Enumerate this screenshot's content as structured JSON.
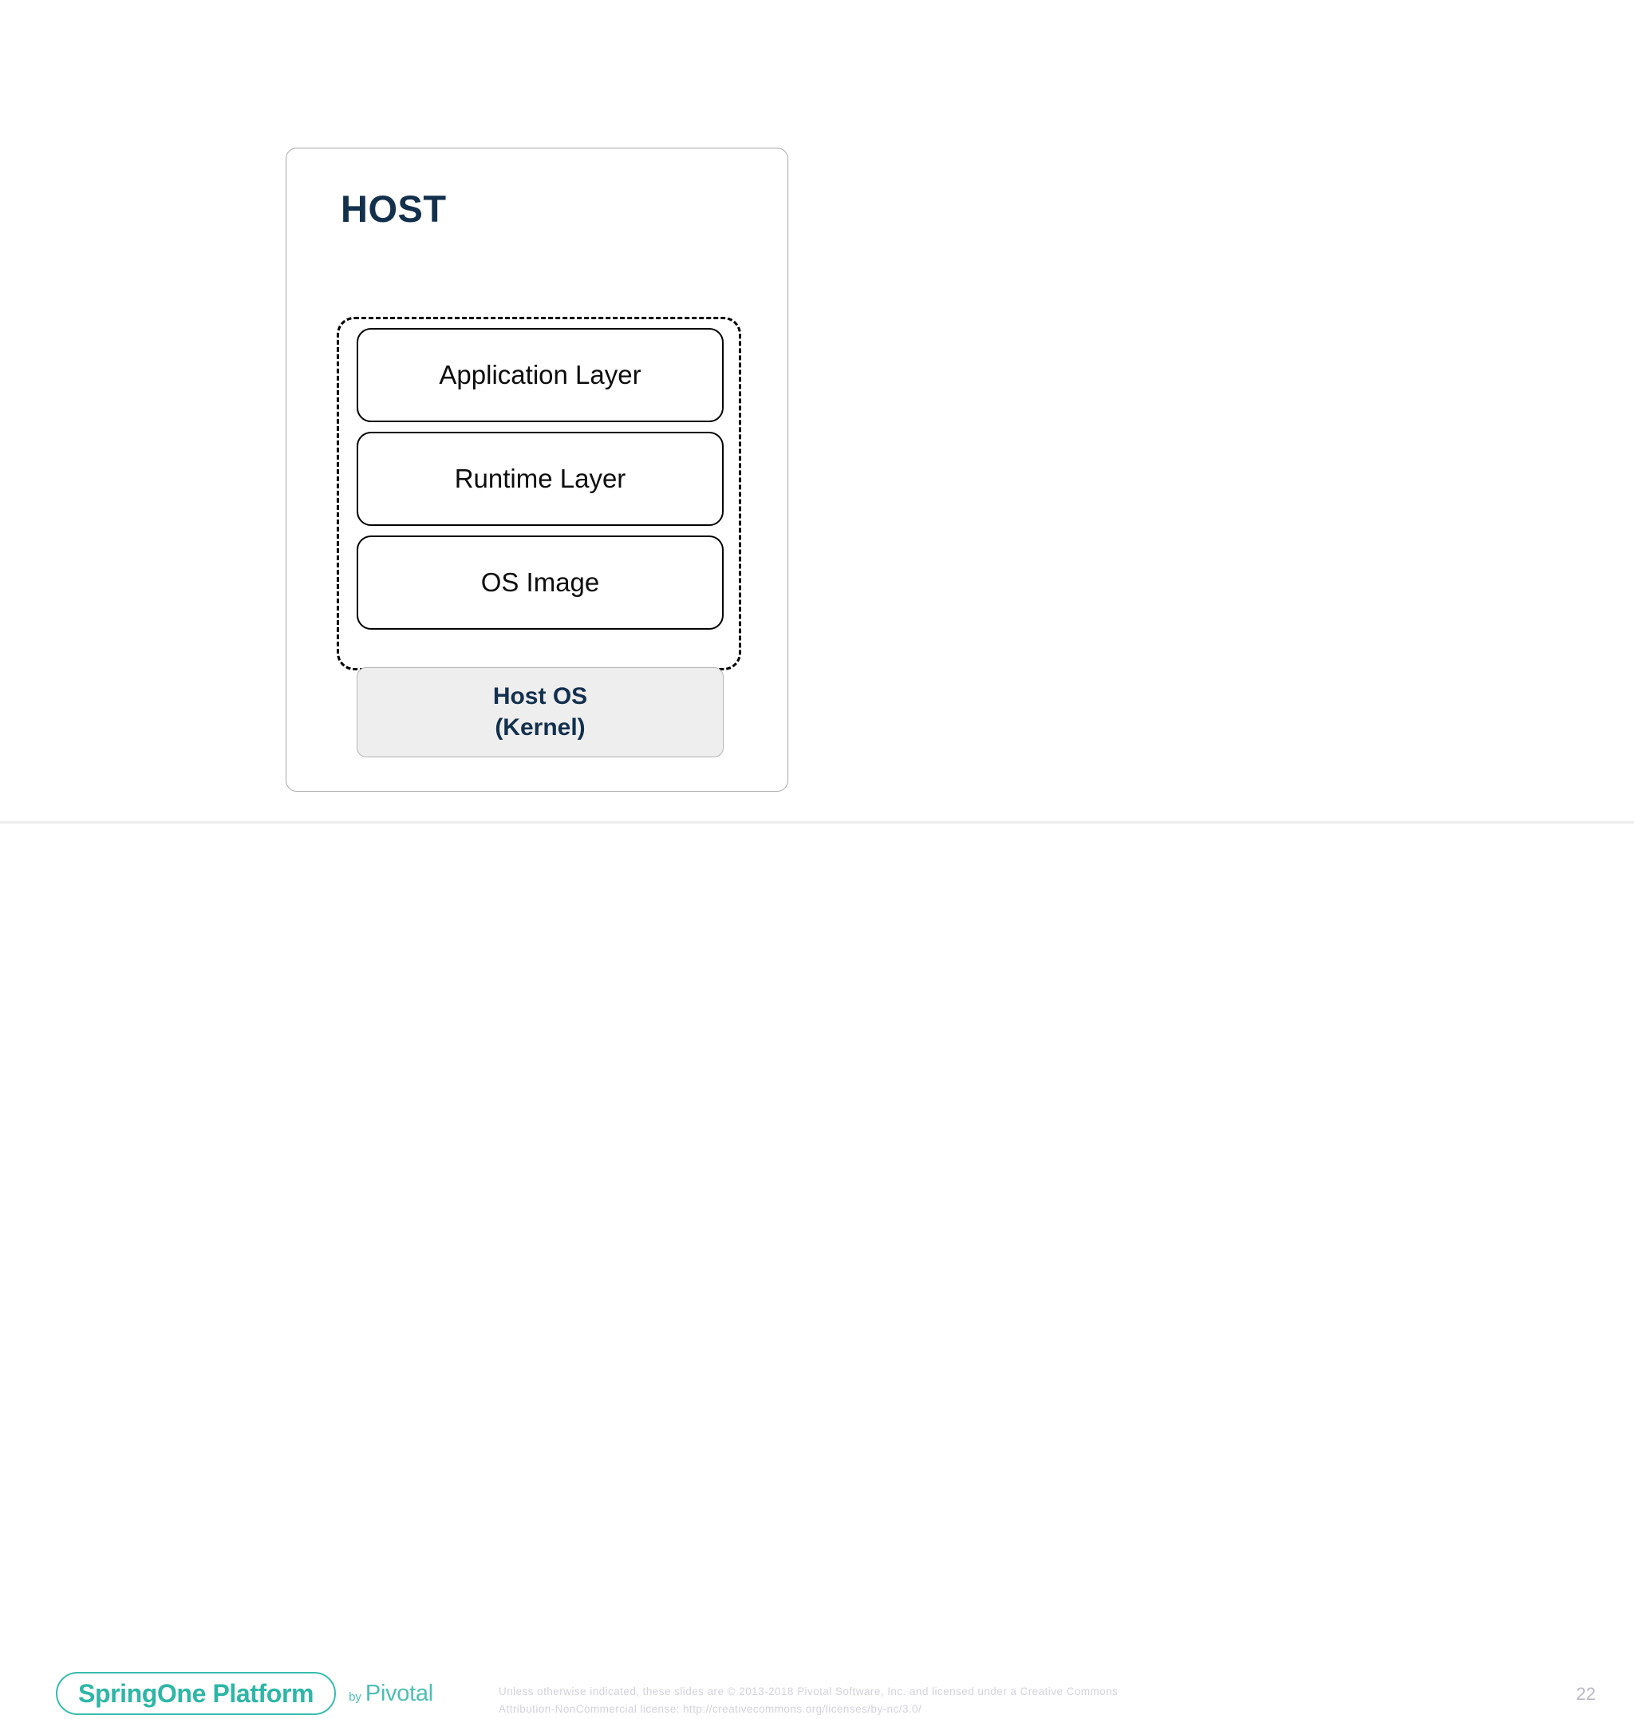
{
  "slide": {
    "page_number": "22",
    "diagram": {
      "container_title": "HOST",
      "dashed_group_name": "container-image-group",
      "layers": [
        {
          "label": "Application Layer",
          "name": "application-layer"
        },
        {
          "label": "Runtime Layer",
          "name": "runtime-layer"
        },
        {
          "label": "OS Image",
          "name": "os-image-layer"
        }
      ],
      "host_os": {
        "line1": "Host OS",
        "line2": "(Kernel)"
      }
    }
  },
  "footer": {
    "logo": {
      "brand": "SpringOne Platform",
      "by": "by",
      "company": "Pivotal"
    },
    "copyright": {
      "line1": "Unless otherwise indicated, these slides are © 2013-2018 Pivotal Software, Inc. and licensed under a Creative Commons",
      "line2": "Attribution-NonCommercial license: http://creativecommons.org/licenses/by-nc/3.0/"
    }
  },
  "colors": {
    "navy": "#13304d",
    "teal": "#2eb6a6",
    "teal_light": "#4dbfb2",
    "gray_fill": "#eeeeee",
    "border_gray": "#a6a6a6",
    "footer_text": "#d2d2dc",
    "page_number": "#b9b9c4"
  }
}
